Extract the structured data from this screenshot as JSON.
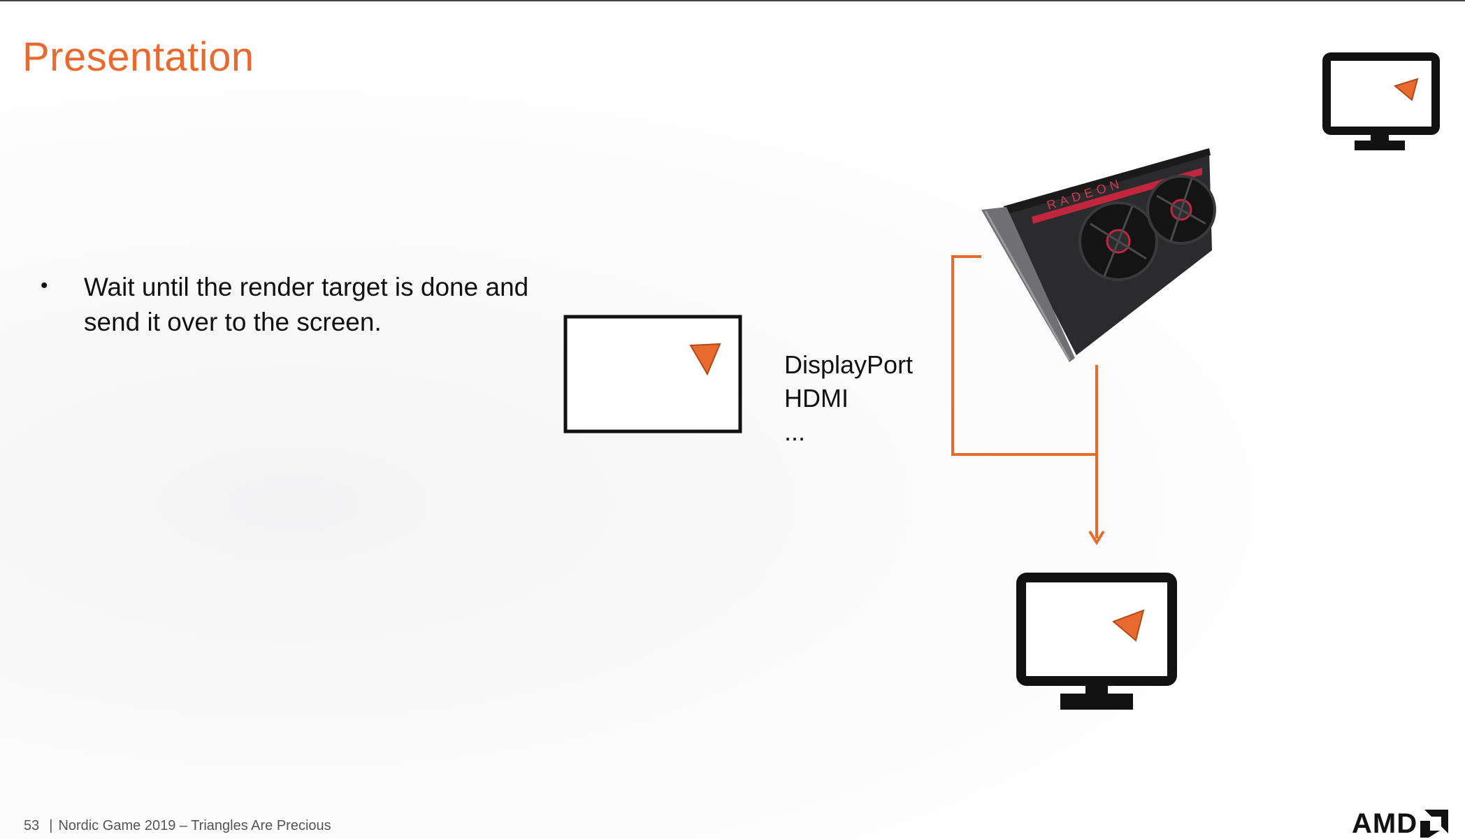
{
  "slide": {
    "title": "Presentation",
    "bullets": [
      "Wait until the render target is done and send it over to the screen."
    ]
  },
  "diagram": {
    "connection_labels": [
      "DisplayPort",
      "HDMI",
      "..."
    ],
    "colors": {
      "accent": "#e86a2e",
      "outline": "#111111"
    },
    "icons": [
      "render-target-frame",
      "graphics-card-image",
      "monitor-icon"
    ]
  },
  "footer": {
    "page_number": "53",
    "text": "Nordic Game 2019 – Triangles Are Precious"
  },
  "logo": {
    "text": "AMD"
  }
}
